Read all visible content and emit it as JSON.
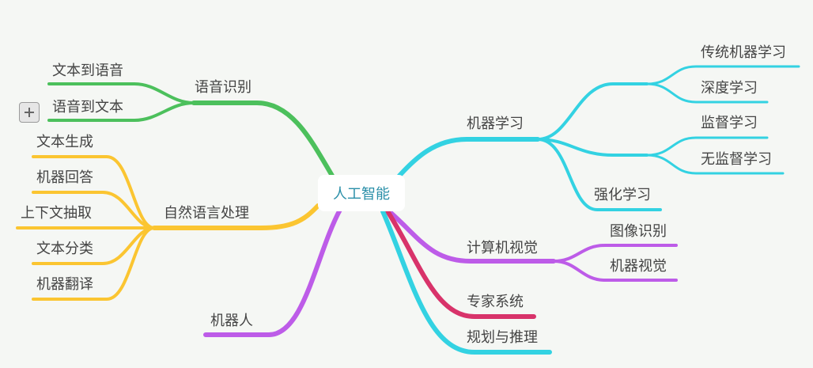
{
  "root": {
    "label": "人工智能"
  },
  "colors": {
    "green": "#4cc05c",
    "yellow": "#fbc531",
    "purple": "#bd5ce8",
    "cyan": "#33d2e2",
    "crimson": "#d8336a",
    "background": "#f5f7f4"
  },
  "branches": {
    "speech": {
      "label": "语音识别",
      "children": [
        "文本到语音",
        "语音到文本"
      ]
    },
    "nlp": {
      "label": "自然语言处理",
      "children": [
        "文本生成",
        "机器回答",
        "上下文抽取",
        "文本分类",
        "机器翻译"
      ]
    },
    "robot": {
      "label": "机器人"
    },
    "ml": {
      "label": "机器学习",
      "children": [
        "传统机器学习",
        "深度学习",
        "监督学习",
        "无监督学习",
        "强化学习"
      ]
    },
    "cv": {
      "label": "计算机视觉",
      "children": [
        "图像识别",
        "机器视觉"
      ]
    },
    "expert": {
      "label": "专家系统"
    },
    "planning": {
      "label": "规划与推理"
    }
  },
  "controls": {
    "expand_icon": "plus-icon"
  }
}
